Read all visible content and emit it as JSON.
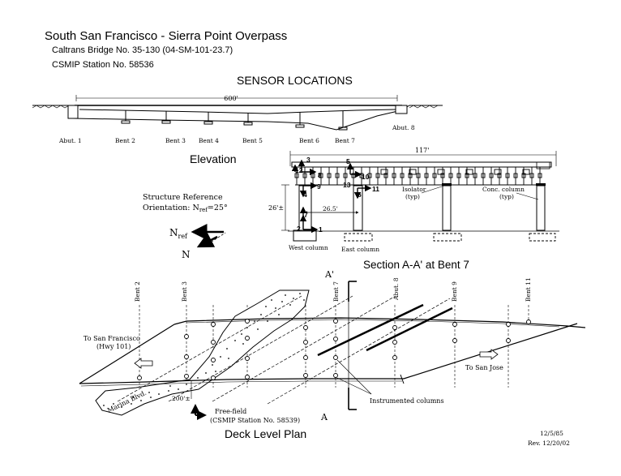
{
  "header": {
    "title": "South San Francisco - Sierra Point Overpass",
    "bridge_no": "Caltrans Bridge No. 35-130 (04-SM-101-23.7)",
    "station_no": "CSMIP Station No. 58536",
    "sensor_title": "SENSOR LOCATIONS"
  },
  "elevation": {
    "label": "Elevation",
    "length": "600'",
    "supports": [
      "Abut. 1",
      "Bent 2",
      "Bent 3",
      "Bent 4",
      "Bent 5",
      "Bent 6",
      "Bent 7"
    ],
    "abut8": "Abut. 8"
  },
  "orientation": {
    "line1": "Structure Reference",
    "line2": "Orientation: N",
    "ref_sub": "ref",
    "value": "=25°",
    "nref": "N",
    "nref_sub": "ref",
    "n": "N"
  },
  "section": {
    "label": "Section A-A' at Bent 7",
    "width": "117'",
    "height": "26'±",
    "spacing": "26.5'",
    "isolator": "Isolator",
    "isolator_typ": "(typ)",
    "column": "Conc. column",
    "column_typ": "(typ)",
    "west": "West column",
    "east": "East column",
    "sensors": [
      "1",
      "2",
      "3",
      "4",
      "5",
      "6",
      "7",
      "8",
      "9",
      "10",
      "11",
      "12",
      "13"
    ]
  },
  "plan": {
    "label": "Deck Level Plan",
    "bents": [
      "Bent 2",
      "Bent 3",
      "Bent 7",
      "Abut. 8",
      "Bent 9",
      "Bent 11"
    ],
    "to_sf": "To San Francisco",
    "hwy": "(Hwy 101)",
    "to_sj": "To San Jose",
    "marina": "Marina Blvd.",
    "dist": "200'±",
    "free_field": "Free-field",
    "ff_station": "(CSMIP Station No. 58539)",
    "instrumented": "Instrumented columns",
    "a_prime": "A'",
    "a": "A"
  },
  "footer": {
    "date": "12/5/85",
    "rev": "Rev. 12/20/02"
  }
}
